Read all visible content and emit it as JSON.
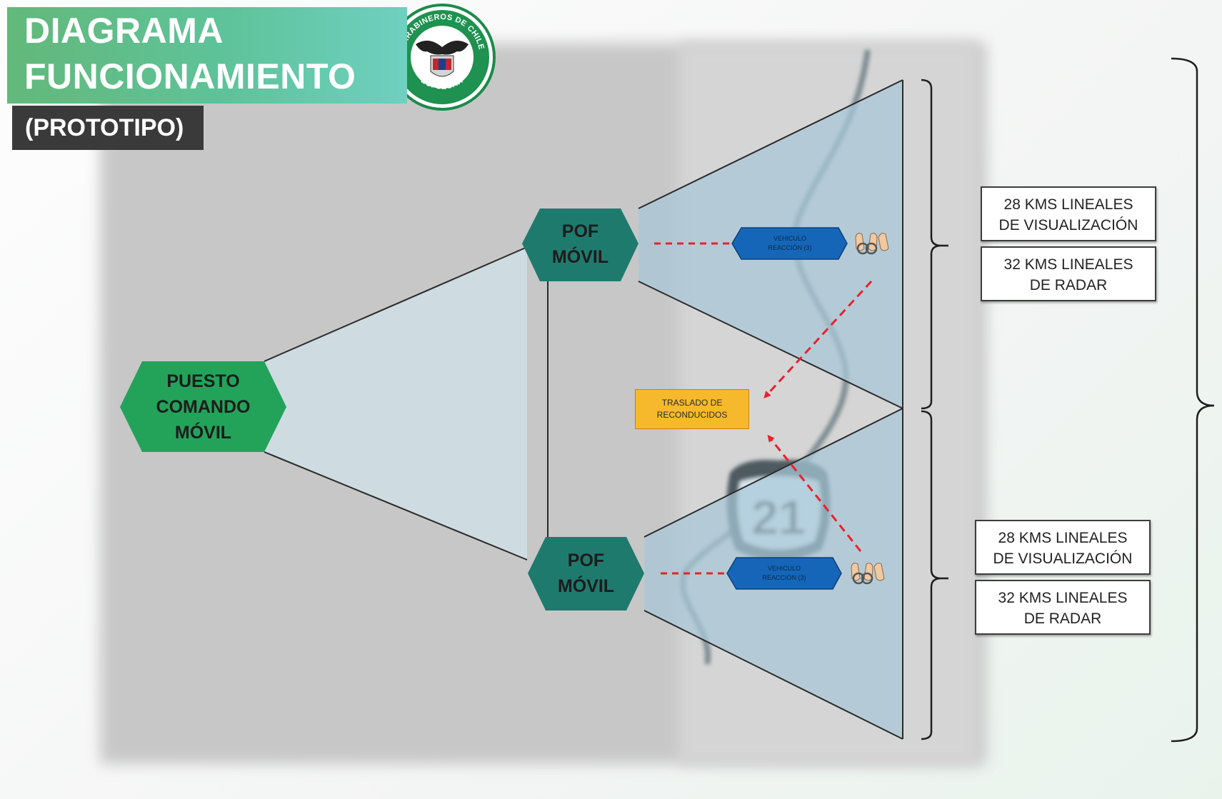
{
  "header": {
    "title_line_1": "DIAGRAMA",
    "title_line_2": "FUNCIONAMIENTO",
    "subtitle": "(PROTOTIPO)"
  },
  "logo": {
    "top_text": "CARABINEROS DE CHILE",
    "bottom_text": "ZOFSECAR"
  },
  "road_sign": {
    "number": "21"
  },
  "nodes": {
    "command_post": {
      "lines": [
        "PUESTO",
        "COMANDO",
        "MÓVIL"
      ]
    },
    "pof_top": {
      "lines": [
        "POF",
        "MÓVIL"
      ]
    },
    "pof_bottom": {
      "lines": [
        "POF",
        "MÓVIL"
      ]
    },
    "vehicle_top": {
      "lines": [
        "VEHICULO",
        "REACCIÓN (3)"
      ]
    },
    "vehicle_bottom": {
      "lines": [
        "VEHICULO",
        "REACCIÓN (3)"
      ]
    },
    "transfer": {
      "lines": [
        "TRASLADO DE",
        "RECONDUCIDOS"
      ]
    }
  },
  "labels": {
    "top_visualization": [
      "28 KMS LINEALES",
      "DE VISUALIZACIÓN"
    ],
    "top_radar": [
      "32 KMS LINEALES",
      "DE RADAR"
    ],
    "bottom_visualization": [
      "28 KMS LINEALES",
      "DE VISUALIZACIÓN"
    ],
    "bottom_radar": [
      "32 KMS LINEALES",
      "DE RADAR"
    ]
  },
  "colors": {
    "command_hex": "#23a35a",
    "pof_hex": "#1f7a6e",
    "vehicle": "#1566b8",
    "transfer": "#f6b92b",
    "dashed": "#e8212b",
    "coverage_zone": "#a8c8d8",
    "link_zone": "#cfdce3"
  },
  "icons": [
    "handcuffs-icon",
    "carabineros-logo",
    "route-21-sign"
  ]
}
